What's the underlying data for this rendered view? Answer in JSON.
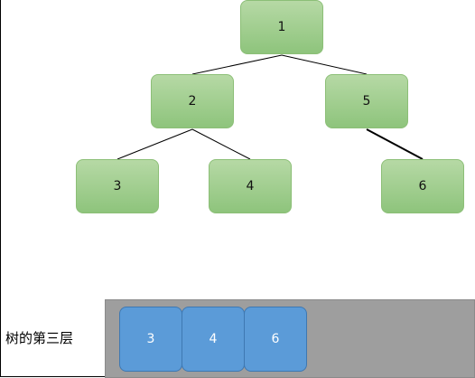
{
  "tree": {
    "nodes": [
      {
        "id": "1",
        "label": "1"
      },
      {
        "id": "2",
        "label": "2"
      },
      {
        "id": "5",
        "label": "5"
      },
      {
        "id": "3",
        "label": "3"
      },
      {
        "id": "4",
        "label": "4"
      },
      {
        "id": "6",
        "label": "6"
      }
    ],
    "edges": [
      {
        "from": "1",
        "to": "2"
      },
      {
        "from": "1",
        "to": "5"
      },
      {
        "from": "2",
        "to": "3"
      },
      {
        "from": "2",
        "to": "4"
      },
      {
        "from": "5",
        "to": "6"
      }
    ]
  },
  "queue": {
    "label": "树的第三层",
    "items": [
      "3",
      "4",
      "6"
    ]
  },
  "colors": {
    "tree_node_fill": "#9fce8a",
    "queue_cell_fill": "#5b9bd8",
    "queue_background": "#9e9e9e"
  }
}
